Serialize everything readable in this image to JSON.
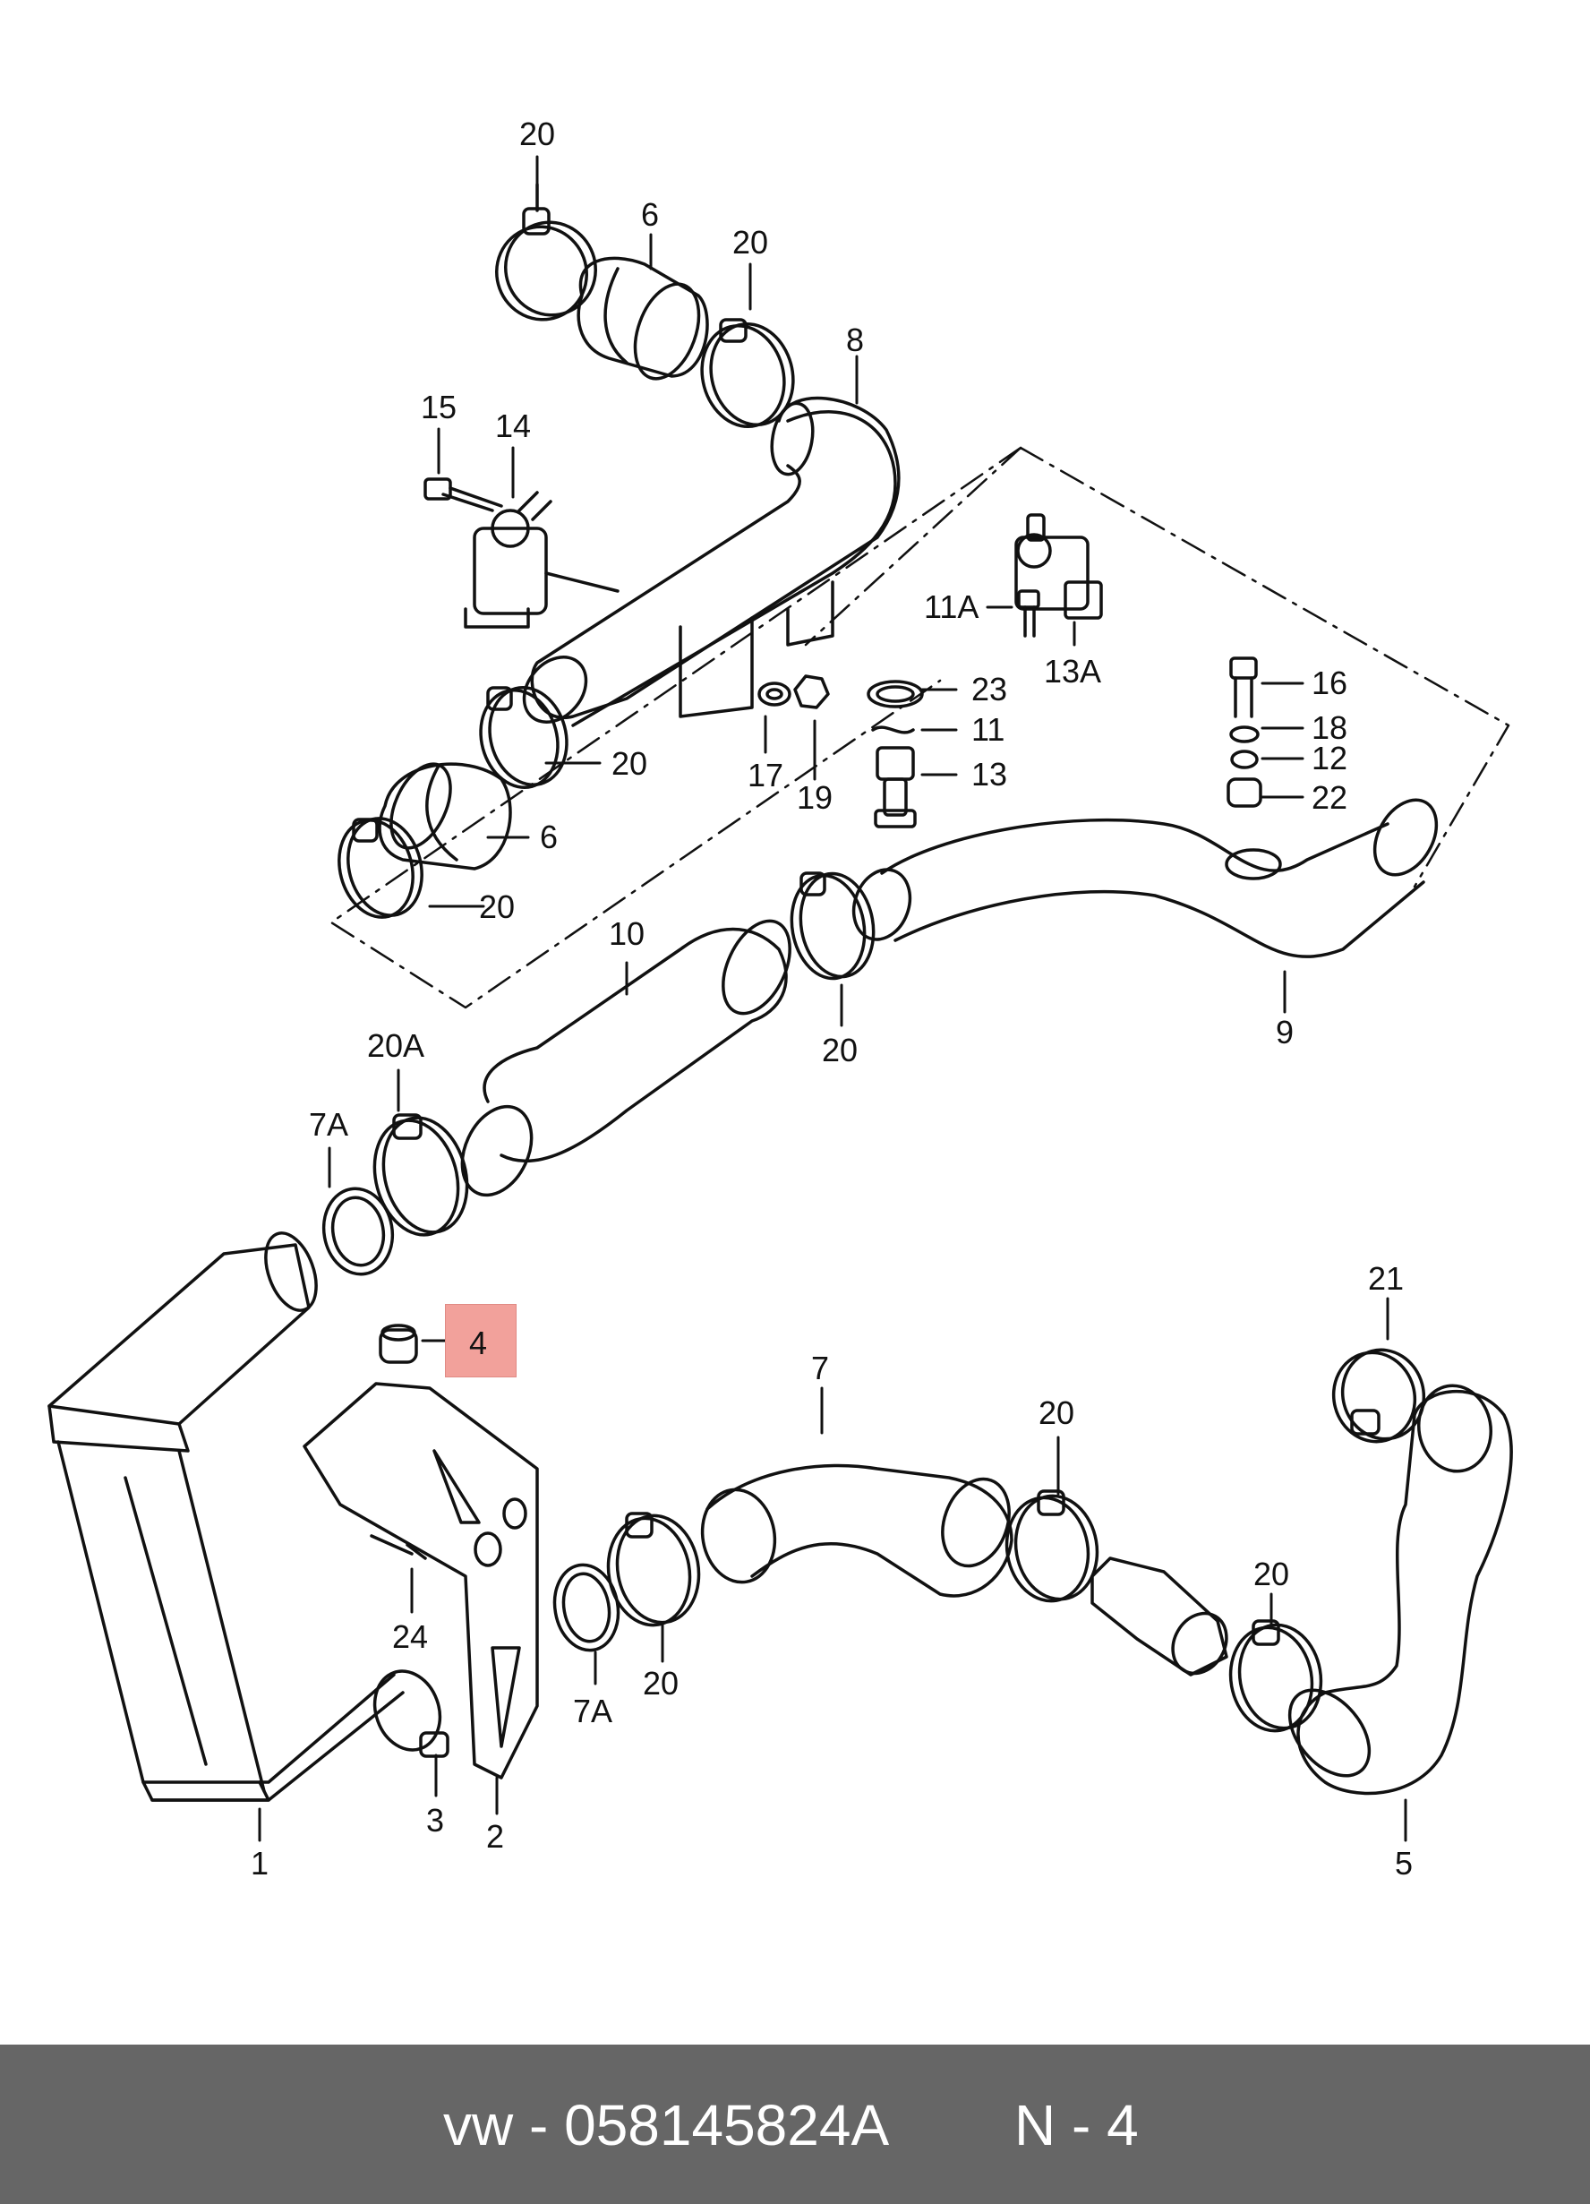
{
  "callouts": [
    {
      "id": "c20a",
      "text": "20"
    },
    {
      "id": "c6a",
      "text": "6"
    },
    {
      "id": "c20b",
      "text": "20"
    },
    {
      "id": "c8",
      "text": "8"
    },
    {
      "id": "c15",
      "text": "15"
    },
    {
      "id": "c14",
      "text": "14"
    },
    {
      "id": "c11A",
      "text": "11A"
    },
    {
      "id": "c13A",
      "text": "13A"
    },
    {
      "id": "c23",
      "text": "23"
    },
    {
      "id": "c11",
      "text": "11"
    },
    {
      "id": "c13",
      "text": "13"
    },
    {
      "id": "c16",
      "text": "16"
    },
    {
      "id": "c18",
      "text": "18"
    },
    {
      "id": "c12",
      "text": "12"
    },
    {
      "id": "c22",
      "text": "22"
    },
    {
      "id": "c17",
      "text": "17"
    },
    {
      "id": "c19",
      "text": "19"
    },
    {
      "id": "c20c",
      "text": "20"
    },
    {
      "id": "c6b",
      "text": "6"
    },
    {
      "id": "c20d",
      "text": "20"
    },
    {
      "id": "c10",
      "text": "10"
    },
    {
      "id": "c20e",
      "text": "20"
    },
    {
      "id": "c9",
      "text": "9"
    },
    {
      "id": "c20A",
      "text": "20A"
    },
    {
      "id": "c7Aa",
      "text": "7A"
    },
    {
      "id": "c21",
      "text": "21"
    },
    {
      "id": "c7",
      "text": "7"
    },
    {
      "id": "c20f",
      "text": "20"
    },
    {
      "id": "c20g",
      "text": "20"
    },
    {
      "id": "c24",
      "text": "24"
    },
    {
      "id": "c20h",
      "text": "20"
    },
    {
      "id": "c7Ab",
      "text": "7A"
    },
    {
      "id": "c3",
      "text": "3"
    },
    {
      "id": "c2",
      "text": "2"
    },
    {
      "id": "c1",
      "text": "1"
    },
    {
      "id": "c5",
      "text": "5"
    }
  ],
  "highlight": {
    "text": "4",
    "color": "#f2a19b"
  },
  "footer": {
    "part": "vw - 058145824A",
    "ref": "N - 4",
    "background": "#666666"
  }
}
